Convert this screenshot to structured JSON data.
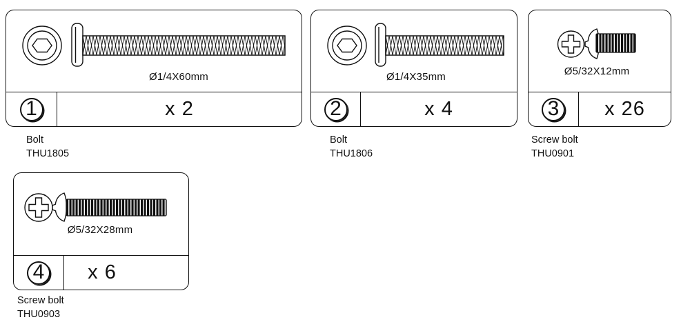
{
  "page": {
    "background_color": "#ffffff",
    "line_color": "#111111"
  },
  "parts": [
    {
      "number": "1",
      "icon": "hex-socket-flat-head-bolt-long-icon",
      "dimension": "Ø1/4X60mm",
      "quantity": "x 2",
      "type_label": "Bolt",
      "part_code": "THU1805"
    },
    {
      "number": "2",
      "icon": "hex-socket-flat-head-bolt-short-icon",
      "dimension": "Ø1/4X35mm",
      "quantity": "x 4",
      "type_label": "Bolt",
      "part_code": "THU1806"
    },
    {
      "number": "3",
      "icon": "phillips-pan-head-screw-short-icon",
      "dimension": "Ø5/32X12mm",
      "quantity": "x 26",
      "type_label": "Screw bolt",
      "part_code": "THU0901"
    },
    {
      "number": "4",
      "icon": "phillips-pan-head-screw-long-icon",
      "dimension": "Ø5/32X28mm",
      "quantity": "x 6",
      "type_label": "Screw bolt",
      "part_code": "THU0903"
    }
  ]
}
